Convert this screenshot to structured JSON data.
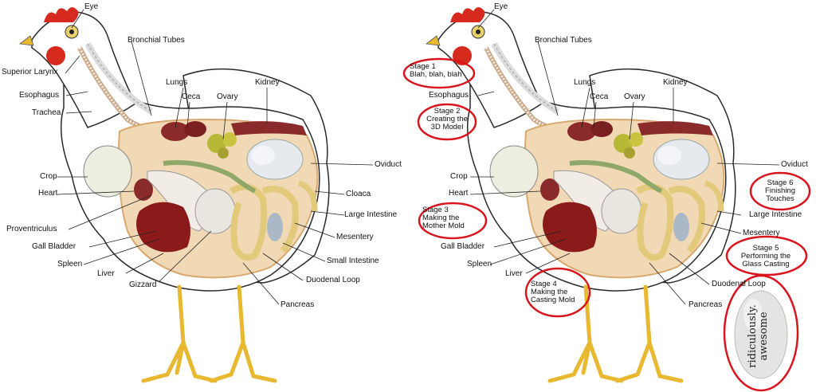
{
  "left_diagram": {
    "labels": {
      "eye": "Eye",
      "bronchial_tubes": "Bronchial Tubes",
      "superior_larynx": "Superior Larynx",
      "esophagus": "Esophagus",
      "trachea": "Trachea",
      "lungs": "Lungs",
      "ceca": "Ceca",
      "ovary": "Ovary",
      "kidney": "Kidney",
      "oviduct": "Oviduct",
      "crop": "Crop",
      "heart": "Heart",
      "cloaca": "Cloaca",
      "large_intestine": "Large Intestine",
      "proventriculus": "Proventriculus",
      "mesentery": "Mesentery",
      "gall_bladder": "Gall Bladder",
      "small_intestine": "Small Intestine",
      "spleen": "Spleen",
      "liver": "Liver",
      "duodenal_loop": "Duodenal Loop",
      "gizzard": "Gizzard",
      "pancreas": "Pancreas"
    }
  },
  "right_diagram": {
    "labels": {
      "eye": "Eye",
      "bronchial_tubes": "Bronchial Tubes",
      "esophagus": "Esophagus",
      "lungs": "Lungs",
      "ceca": "Ceca",
      "ovary": "Ovary",
      "kidney": "Kidney",
      "oviduct": "Oviduct",
      "crop": "Crop",
      "heart": "Heart",
      "large_intestine": "Large Intestine",
      "mesentery": "Mesentery",
      "gall_bladder": "Gall Bladder",
      "spleen": "Spleen",
      "liver": "Liver",
      "duodenal_loop": "Duodenal Loop",
      "pancreas": "Pancreas"
    },
    "stages": {
      "stage1": "Stage 1\nBlah, blah, blah",
      "stage2": "Stage 2\nCreating the\n3D Model",
      "stage3": "Stage 3\nMaking the\nMother Mold",
      "stage4": "Stage 4\nMaking the\nCasting Mold",
      "stage5": "Stage 5\nPerforming the\nGlass Casting",
      "stage6": "Stage 6\nFinishing\nTouches"
    },
    "egg_text": "ridiculously.\nawesome"
  },
  "colors": {
    "highlight_circle": "#d8141c",
    "body_outline": "#2a2a2a",
    "comb": "#d62a1e",
    "legs": "#e8b830",
    "liver": "#8b1a1a",
    "intestine": "#e3c97a",
    "body_cavity": "#f0d9b4"
  }
}
